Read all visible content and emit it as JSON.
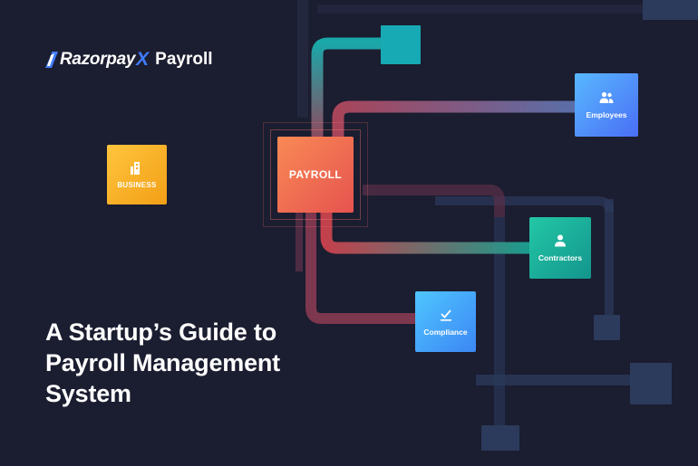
{
  "brand": {
    "name_main": "Razorpay",
    "name_x": "X",
    "product": "Payroll",
    "mark_icon": "razorpay-logo-mark"
  },
  "headline": {
    "line1": "A Startup’s Guide to",
    "line2": "Payroll Management",
    "line3": "System"
  },
  "nodes": {
    "business": {
      "label": "BUSINESS",
      "icon": "building-icon",
      "color": "#f7b027"
    },
    "payroll": {
      "label": "PAYROLL",
      "color": "#ef6b50"
    },
    "employees": {
      "label": "Employees",
      "icon": "people-icon",
      "color": "#4f8ff8"
    },
    "contractors": {
      "label": "Contractors",
      "icon": "person-icon",
      "color": "#1aae98"
    },
    "compliance": {
      "label": "Compliance",
      "icon": "checkmark-icon",
      "color": "#45a6fa"
    }
  },
  "colors": {
    "background": "#1b1d30",
    "accent_blue": "#3f7bff",
    "wire_red": "#c2414c",
    "wire_teal": "#1ea9a0",
    "block_navy": "#2c3b5c"
  }
}
